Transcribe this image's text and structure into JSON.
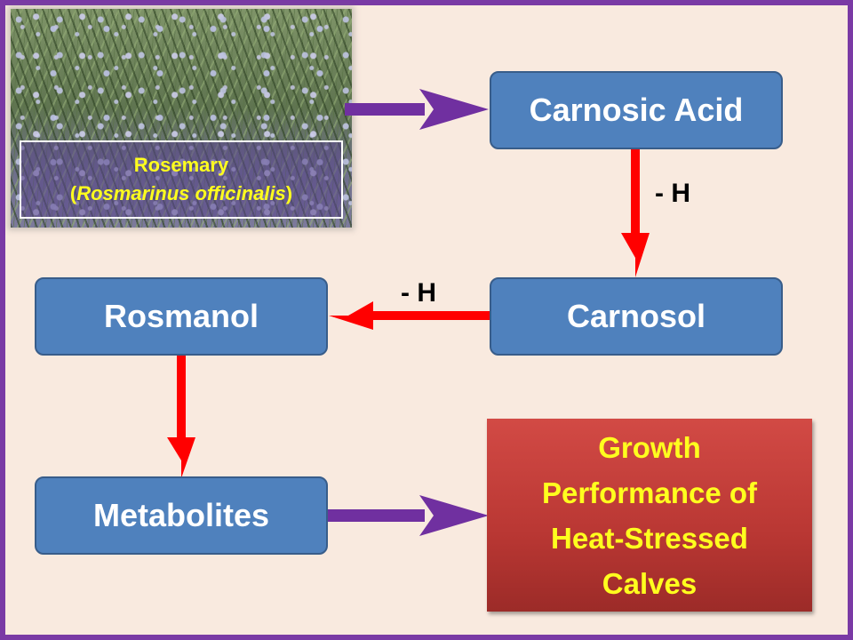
{
  "rosemary": {
    "name": "Rosemary",
    "scientific_name": "Rosmarinus officinalis"
  },
  "nodes": {
    "carnosic_acid": "Carnosic Acid",
    "carnosol": "Carnosol",
    "rosmanol": "Rosmanol",
    "metabolites": "Metabolites",
    "outcome_lines": [
      "Growth",
      "Performance of",
      "Heat-Stressed",
      "Calves"
    ]
  },
  "edges": {
    "carnosic_to_carnosol_label": "- H",
    "carnosol_to_rosmanol_label": "- H"
  },
  "colors": {
    "background": "#f9eadf",
    "frame": "#7a3aa5",
    "node_fill": "#4f81bd",
    "outcome_fill": "#c0392b",
    "outcome_text": "#ffff1e",
    "arrow_purple": "#7030a0",
    "arrow_red": "#ff0000"
  }
}
